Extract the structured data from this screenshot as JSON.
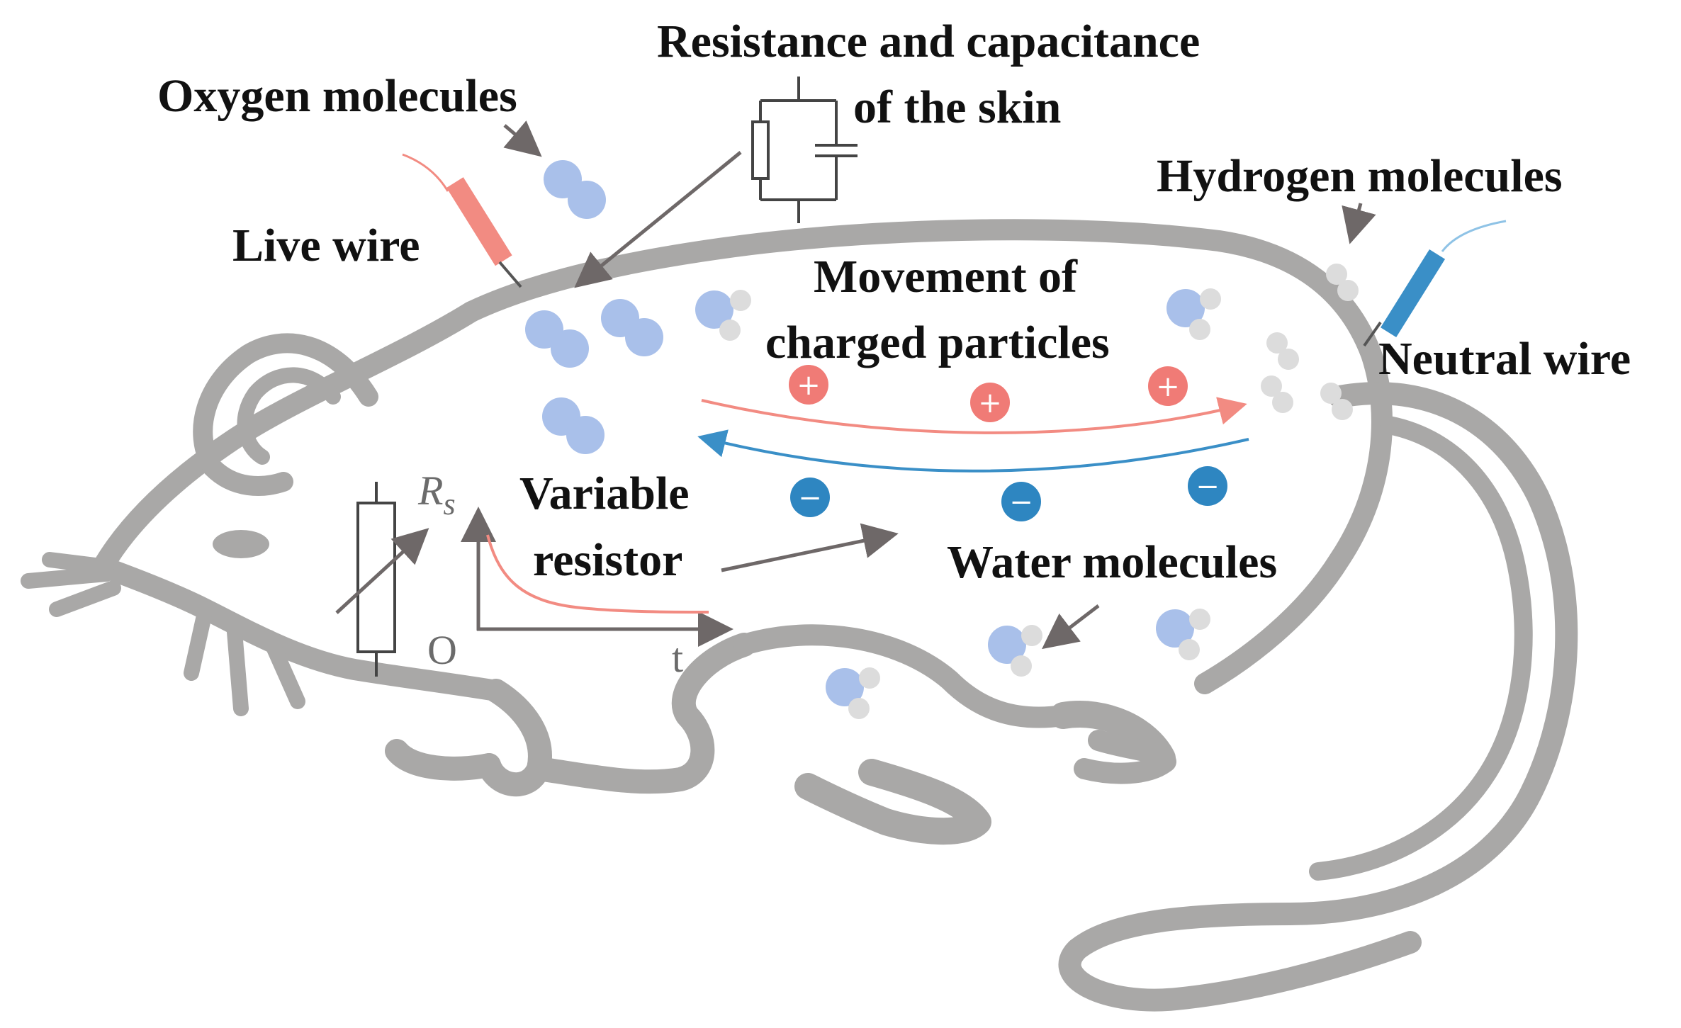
{
  "labels": {
    "oxygen": "Oxygen molecules",
    "skin_line1": "Resistance and capacitance",
    "skin_line2": "of the skin",
    "hydrogen": "Hydrogen molecules",
    "live_wire": "Live wire",
    "neutral_wire": "Neutral wire",
    "movement_line1": "Movement of",
    "movement_line2": "charged particles",
    "variable_line1": "Variable",
    "variable_line2": "resistor",
    "water": "Water molecules"
  },
  "graph": {
    "y_label": "R",
    "y_label_sub": "s",
    "origin": "O",
    "x_label": "t"
  },
  "ions": {
    "positive_symbol": "+",
    "negative_symbol": "−"
  },
  "colors": {
    "body_outline": "#a9a8a7",
    "live_wire": "#f28b82",
    "neutral_wire": "#3a8fc7",
    "positive_ion": "#f07b76",
    "negative_ion": "#2e86c1",
    "oxygen": "#a9c0ea",
    "hydrogen": "#dcdcdc",
    "arrow": "#6e6868",
    "label": "#111111"
  }
}
